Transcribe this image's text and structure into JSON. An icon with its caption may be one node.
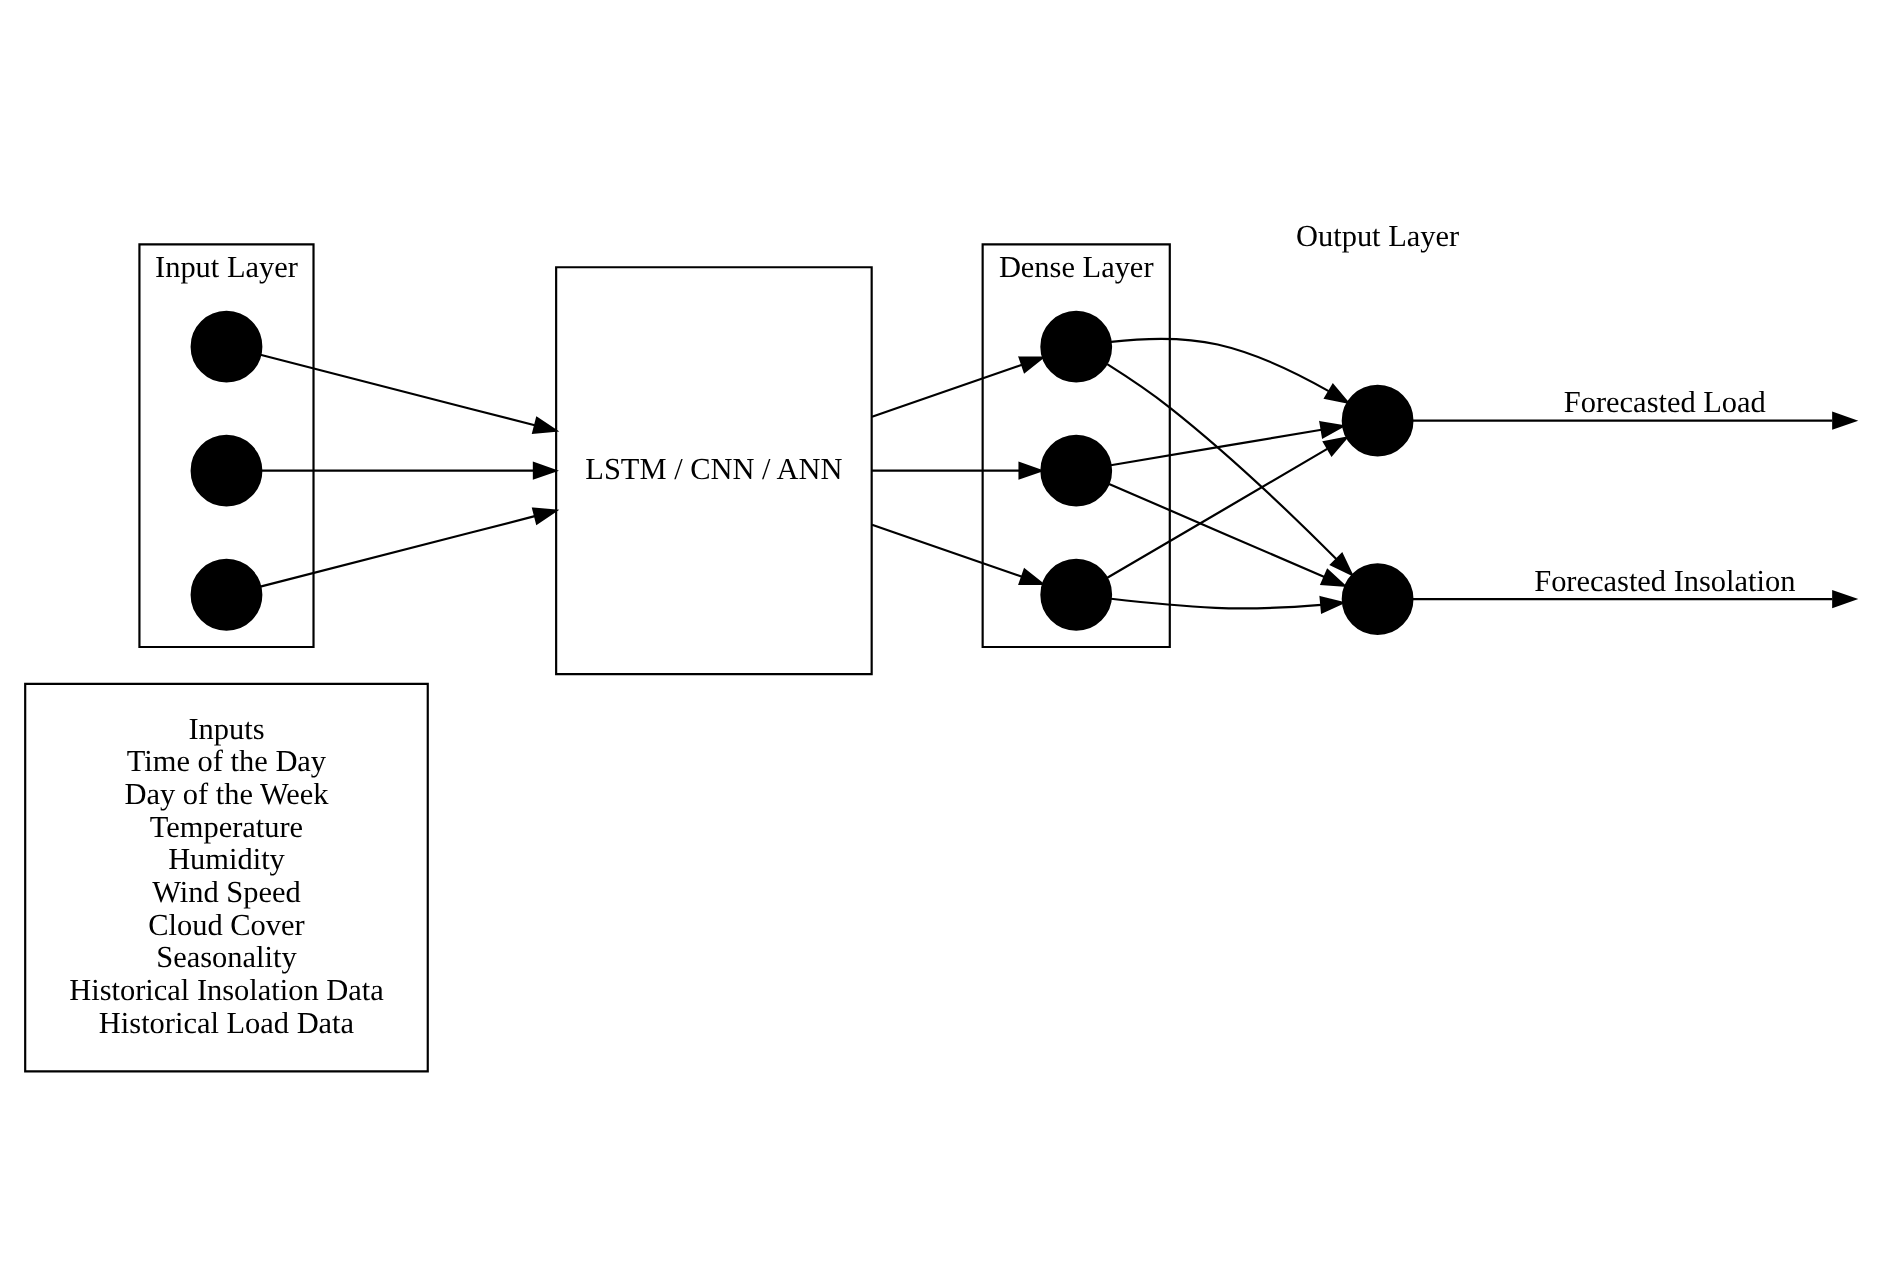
{
  "diagram": {
    "nodes": [
      {
        "text": [
          "Inputs",
          "Time of the Day",
          "Day of the Week",
          "Temperature",
          "Humidity",
          "Wind Speed",
          "Cloud Cover",
          "Seasonality",
          "Historical Insolation Data",
          "Historical Load Data"
        ]
      },
      {
        "text": [
          "Input Layer"
        ]
      },
      {
        "text": [],
        "shape": "circle",
        "in": 1
      },
      {
        "text": [],
        "shape": "circle",
        "in": 1
      },
      {
        "text": [],
        "shape": "circle",
        "in": 1
      },
      {
        "text": [
          "LSTM / CNN / ANN"
        ]
      },
      {
        "text": [
          "Dense Layer"
        ]
      },
      {
        "text": [],
        "shape": "circle",
        "in": 6
      },
      {
        "text": [],
        "shape": "circle",
        "in": 6
      },
      {
        "text": [],
        "shape": "circle",
        "in": 6
      },
      {
        "text": [],
        "shape": "circle"
      },
      {
        "text": [],
        "shape": "circle"
      }
    ],
    "edges": [
      {
        "from": 2,
        "to": 5,
        "arrow": "to"
      },
      {
        "from": 3,
        "to": 5,
        "arrow": "to"
      },
      {
        "from": 4,
        "to": 5,
        "arrow": "to"
      },
      {
        "from": 5,
        "to": 7,
        "arrow": "to"
      },
      {
        "from": 5,
        "to": 8,
        "arrow": "to"
      },
      {
        "from": 5,
        "to": 9,
        "arrow": "to"
      },
      {
        "from": 7,
        "to": 10,
        "arrow": "to"
      },
      {
        "from": 7,
        "to": 11,
        "arrow": "to"
      },
      {
        "from": 8,
        "to": 10,
        "arrow": "to"
      },
      {
        "from": 8,
        "to": 11,
        "arrow": "to"
      },
      {
        "from": 9,
        "to": 10,
        "arrow": "to"
      },
      {
        "from": 9,
        "to": 11,
        "arrow": "to"
      },
      {
        "from": 10,
        "to": null,
        "arrow": "to",
        "label": "Forecasted Load"
      },
      {
        "from": 11,
        "to": null,
        "arrow": "to",
        "label": "Forecasted Insolation"
      }
    ],
    "labels": [
      "Output Layer"
    ]
  }
}
